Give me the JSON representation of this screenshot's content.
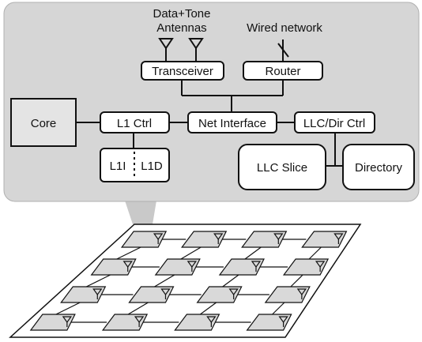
{
  "antennas_label_line1": "Data+Tone",
  "antennas_label_line2": "Antennas",
  "wired_network_label": "Wired network",
  "blocks": {
    "transceiver": "Transceiver",
    "router": "Router",
    "core": "Core",
    "l1_ctrl": "L1 Ctrl",
    "net_interface": "Net Interface",
    "llc_dir_ctrl": "LLC/Dir Ctrl",
    "l1i": "L1I",
    "l1d": "L1D",
    "llc_slice": "LLC Slice",
    "directory": "Directory"
  },
  "colors": {
    "panel_fill": "#d6d6d6",
    "core_fill": "#e4e4e4",
    "tile_fill": "#d9d9d9",
    "stroke": "#111111"
  },
  "chip_grid": {
    "rows": 4,
    "cols": 4
  }
}
